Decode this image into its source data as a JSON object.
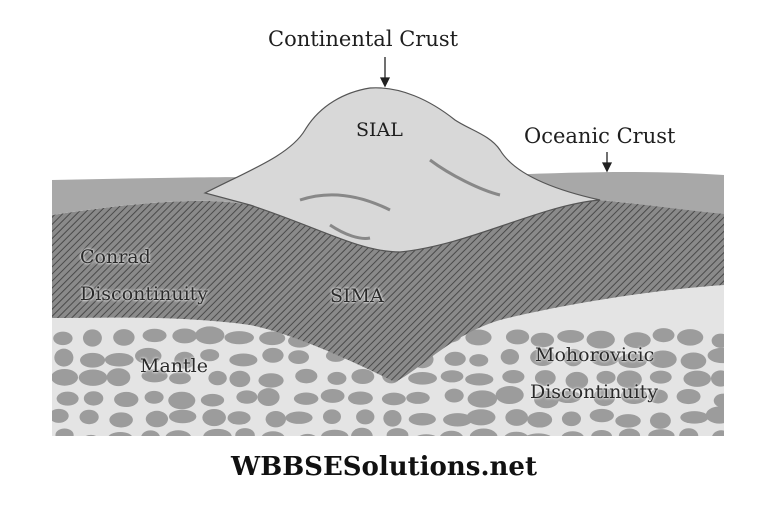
{
  "labels": {
    "continental_crust": "Continental Crust",
    "sial": "SIAL",
    "oceanic_crust": "Oceanic Crust",
    "conrad_line1": "Conrad",
    "conrad_line2": "Discontinuity",
    "sima": "SIMA",
    "mantle": "Mantle",
    "moho_line1": "Mohorovicic",
    "moho_line2": "Discontinuity"
  },
  "footer": "WBBSESolutions.net",
  "colors": {
    "ocean_layer": "#a9a9a9",
    "sial": "#d9d9d9",
    "sima_hatch": "#6a6a6a",
    "mantle_bg": "#e4e4e4",
    "mantle_rocks": "#9a9a9a"
  }
}
